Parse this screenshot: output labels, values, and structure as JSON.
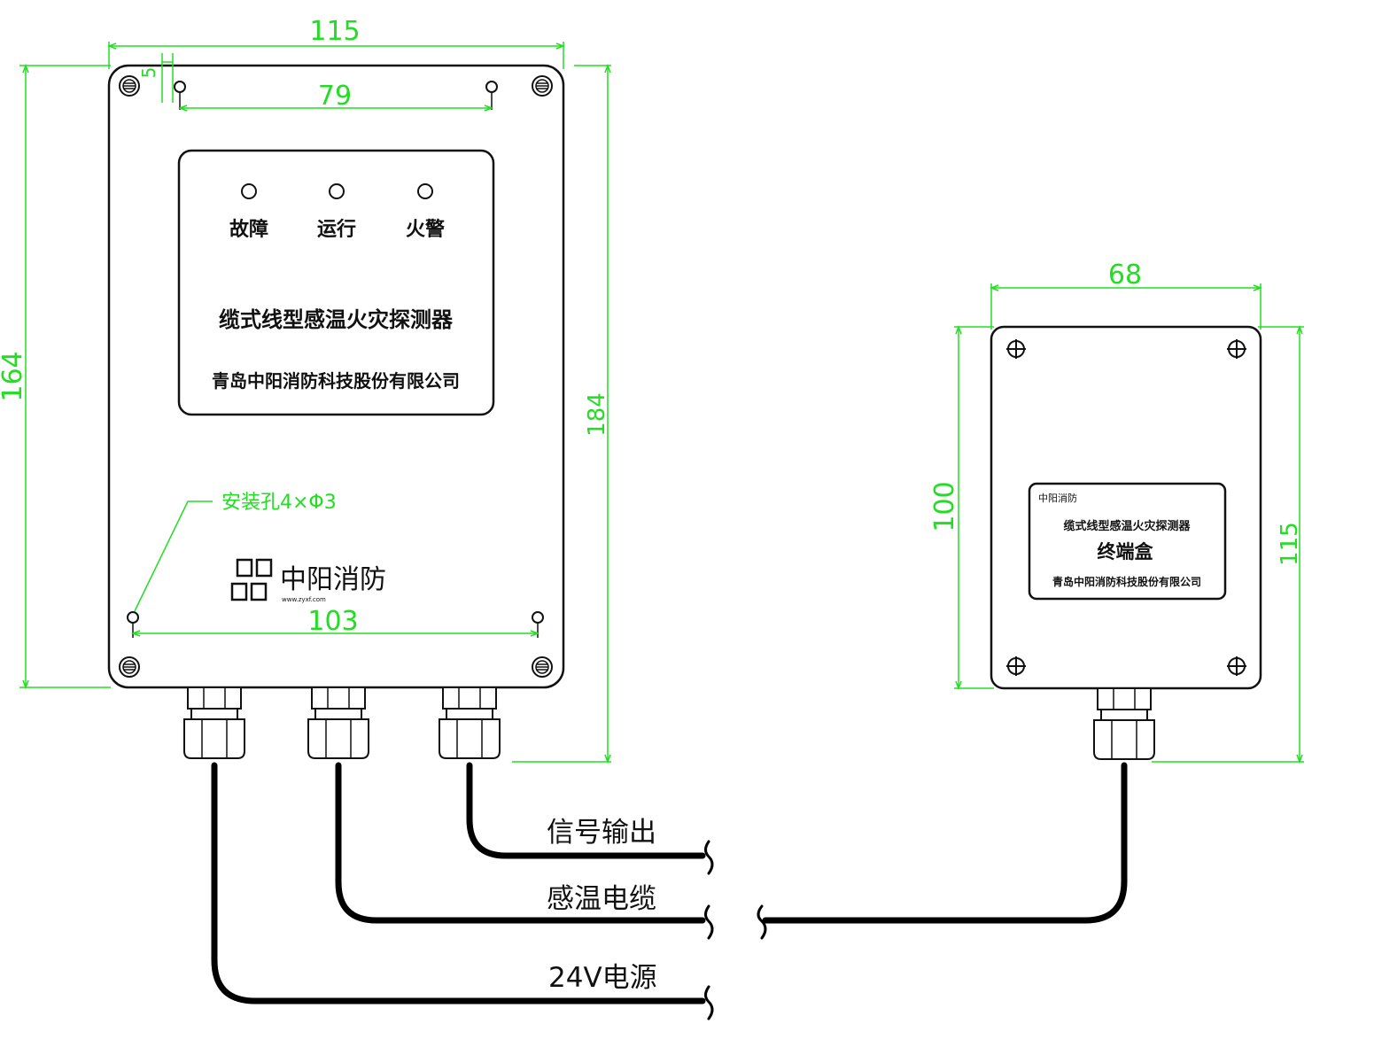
{
  "dimensions": {
    "main_width": "115",
    "main_height": "164",
    "main_total_height": "184",
    "hole_spacing_top": "79",
    "hole_spacing_bottom": "103",
    "edge_offset": "5",
    "end_width": "68",
    "end_height": "100",
    "end_total_height": "115"
  },
  "mounting_hole_label": "安装孔4×Φ3",
  "panel": {
    "indicators": [
      "故障",
      "运行",
      "火警"
    ],
    "product_name": "缆式线型感温火灾探测器",
    "company": "青岛中阳消防科技股份有限公司"
  },
  "brand": {
    "name": "中阳消防",
    "website": "www.zyxf.com"
  },
  "end_box": {
    "logo_text": "中阳消防",
    "product_name": "缆式线型感温火灾探测器",
    "title": "终端盒",
    "company": "青岛中阳消防科技股份有限公司"
  },
  "cables": {
    "signal": "信号输出",
    "sensing": "感温电缆",
    "power": "24V电源"
  },
  "colors": {
    "dimension": "#22dd22",
    "outline": "#111111",
    "cable": "#000000"
  }
}
